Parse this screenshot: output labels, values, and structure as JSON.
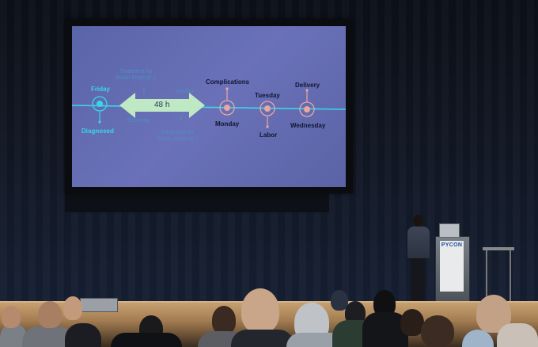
{
  "slide": {
    "friday": "Friday",
    "diagnosed": "Diagnosed",
    "duration": "48 h",
    "treatment_top_line1": "Treatment for",
    "treatment_top_line2": "Italian lungs pt 1",
    "treatment_bottom_line1": "Treatment for",
    "treatment_bottom_line2": "Italian lungs pt 2",
    "faint_sunday": "Sunday",
    "faint_saturday": "Saturday",
    "complications": "Complications",
    "monday": "Monday",
    "tuesday": "Tuesday",
    "labor": "Labor",
    "delivery": "Delivery",
    "wednesday": "Wednesday"
  },
  "podium": {
    "sign": "PYCON"
  },
  "colors": {
    "slide_bg": "#6a71b8",
    "timeline_cyan": "#39d6ea",
    "arrow_green": "#bfe9c4",
    "node_salmon": "#e8a7a0"
  }
}
